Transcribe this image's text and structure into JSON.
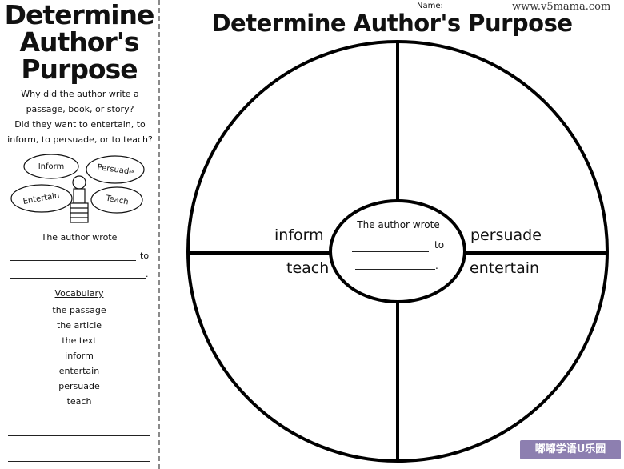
{
  "left": {
    "title_lines": [
      "Determine",
      "Author's",
      "Purpose"
    ],
    "question1": "Why did the author write a passage, book, or story?",
    "question2": "Did they want to entertain, to inform, to persuade, or to teach?",
    "clouds": [
      "Inform",
      "Persuade",
      "Entertain",
      "Teach"
    ],
    "the_author_wrote": "The author wrote",
    "to": "to",
    "period": ".",
    "vocab_heading": "Vocabulary",
    "vocab": [
      "the passage",
      "the article",
      "the text",
      "inform",
      "entertain",
      "persuade",
      "teach"
    ]
  },
  "header": {
    "name_label": "Name:",
    "watermark": "www.v5mama.com"
  },
  "main": {
    "title": "Determine Author's Purpose",
    "labels": {
      "inform": "inform",
      "persuade": "persuade",
      "teach": "teach",
      "entertain": "entertain"
    },
    "center_text": "The author wrote",
    "center_to": "to",
    "center_period": "."
  },
  "badge": "嘟嘟学语U乐园"
}
